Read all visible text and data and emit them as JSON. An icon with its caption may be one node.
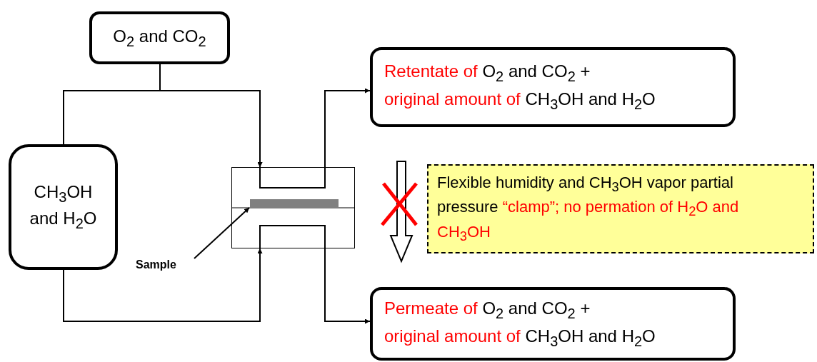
{
  "diagram": {
    "nodes": [
      {
        "text": [
          "O$_{2}$ and CO$_{2}$"
        ]
      },
      {
        "text": [
          "CH$_{3}$OH and H$_{2}$O"
        ]
      },
      {
        "text": [],
        "shape": "box"
      },
      {
        "text": [
          "Retentate of",
          "O$_{2}$ and CO$_{2}$ +",
          "original amount of",
          "CH$_{3}$OH and H$_{2}$O"
        ]
      },
      {
        "text": [
          "Flexible humidity and CH$_{3}$OH vapor partial pressure",
          "“clamp”; no permation of H$_{2}$O and CH$_{3}$OH"
        ]
      },
      {
        "text": [
          "Permeate of",
          "O$_{2}$ and CO$_{2}$ +",
          "original amount of",
          "CH$_{3}$OH and H$_{2}$O"
        ]
      },
      {
        "text": [
          "Sample"
        ]
      },
      {
        "text": [],
        "shape": "bar",
        "in": 2
      }
    ],
    "edges": [
      {
        "from": 0,
        "to": 2,
        "arrow": "to"
      },
      {
        "from": 1,
        "to": 2,
        "arrow": "to"
      },
      {
        "from": 1,
        "to": 2,
        "arrow": "to"
      },
      {
        "from": 2,
        "to": 3,
        "arrow": "to"
      },
      {
        "from": 2,
        "to": 5,
        "arrow": "to"
      },
      {
        "from": 6,
        "to": 7,
        "arrow": "to"
      }
    ]
  }
}
